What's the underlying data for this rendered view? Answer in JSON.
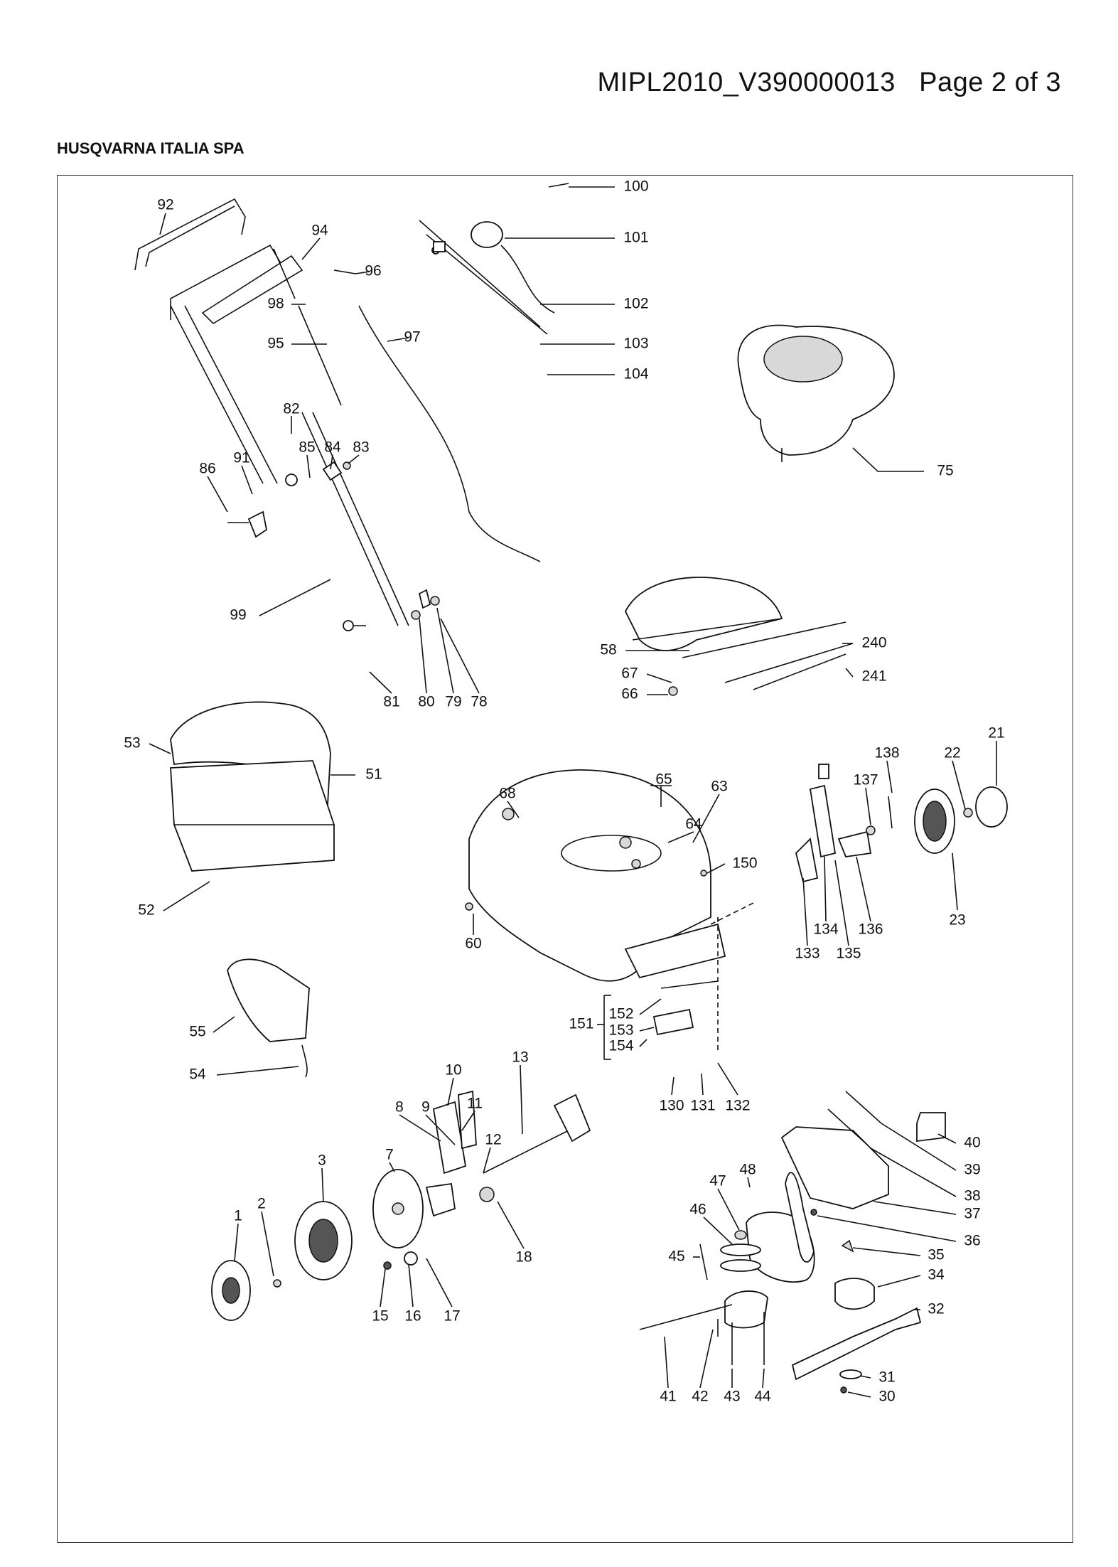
{
  "header": {
    "doc_id": "MIPL2010_V390000013",
    "page": "Page 2 of 3",
    "company": "HUSQVARNA ITALIA SPA"
  },
  "callouts": [
    "100",
    "101",
    "102",
    "103",
    "104",
    "92",
    "94",
    "96",
    "98",
    "95",
    "97",
    "75",
    "82",
    "85",
    "84",
    "83",
    "86",
    "91",
    "99",
    "81",
    "80",
    "79",
    "78",
    "58",
    "240",
    "67",
    "241",
    "66",
    "53",
    "51",
    "52",
    "68",
    "65",
    "63",
    "64",
    "150",
    "60",
    "138",
    "137",
    "22",
    "21",
    "23",
    "134",
    "136",
    "133",
    "135",
    "152",
    "151",
    "153",
    "154",
    "130",
    "131",
    "132",
    "55",
    "54",
    "10",
    "13",
    "8",
    "9",
    "11",
    "12",
    "7",
    "18",
    "3",
    "1",
    "2",
    "15",
    "16",
    "17",
    "48",
    "47",
    "46",
    "45",
    "41",
    "42",
    "43",
    "44",
    "40",
    "39",
    "38",
    "37",
    "36",
    "35",
    "34",
    "32",
    "31",
    "30"
  ]
}
